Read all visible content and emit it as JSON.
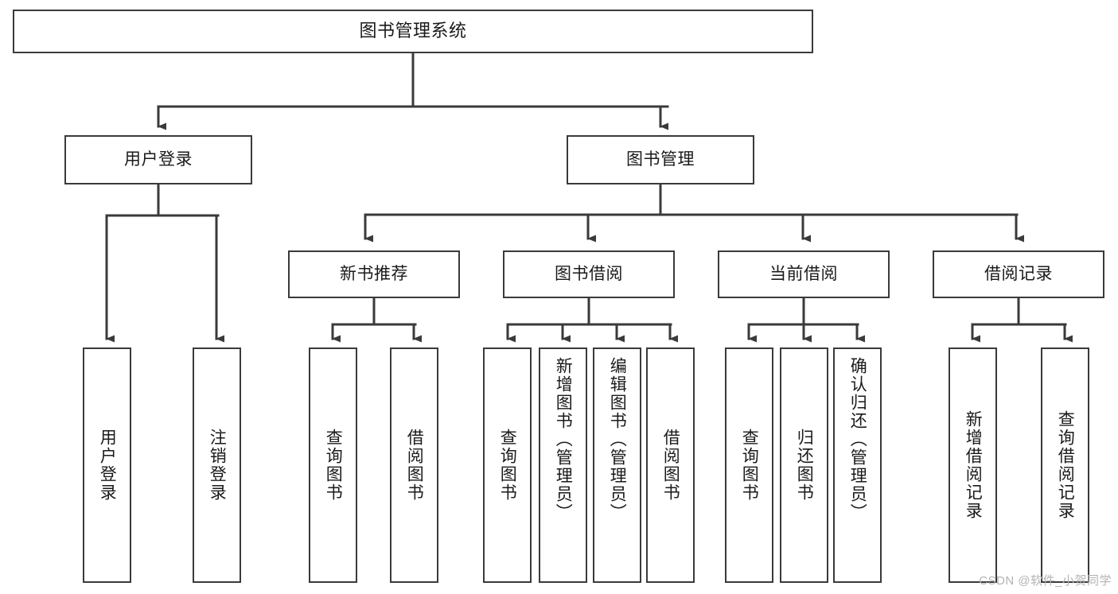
{
  "diagram": {
    "title": "图书管理系统",
    "type": "tree",
    "watermark": "CSDN @软件_小贺同学",
    "colors": {
      "border": "#3a3a3a",
      "background": "#ffffff",
      "text": "#1a1a1a",
      "edge": "#3a3a3a",
      "watermark": "#b3b3b3"
    },
    "root": {
      "label": "图书管理系统"
    },
    "level2": [
      {
        "label": "用户登录"
      },
      {
        "label": "图书管理"
      }
    ],
    "level3": [
      {
        "label": "新书推荐"
      },
      {
        "label": "图书借阅"
      },
      {
        "label": "当前借阅"
      },
      {
        "label": "借阅记录"
      }
    ],
    "leaves": {
      "user_login": [
        {
          "label": "用户登录"
        },
        {
          "label": "注销登录"
        }
      ],
      "new_book": [
        {
          "label": "查询图书"
        },
        {
          "label": "借阅图书"
        }
      ],
      "book_borrow": [
        {
          "label": "查询图书"
        },
        {
          "label": "新增图书（管理员）"
        },
        {
          "label": "编辑图书（管理员）"
        },
        {
          "label": "借阅图书"
        }
      ],
      "current_borrow": [
        {
          "label": "查询图书"
        },
        {
          "label": "归还图书"
        },
        {
          "label": "确认归还（管理员）"
        }
      ],
      "borrow_record": [
        {
          "label": "新增借阅记录"
        },
        {
          "label": "查询借阅记录"
        }
      ]
    }
  }
}
